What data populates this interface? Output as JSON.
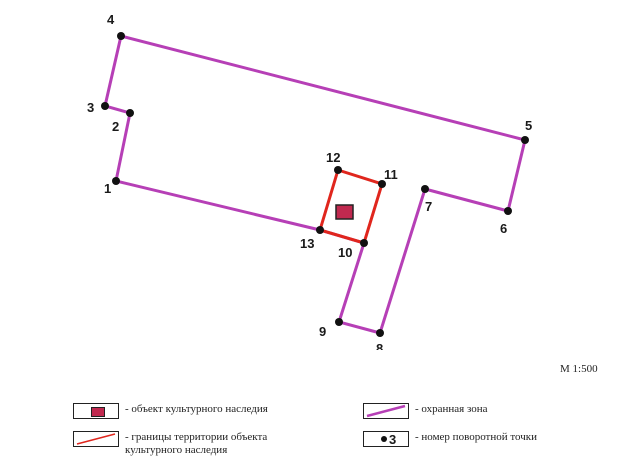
{
  "colors": {
    "protected_zone": "#b63fb6",
    "heritage_boundary": "#e0261d",
    "heritage_object": "#c0294f",
    "point": "#111111"
  },
  "points": [
    {
      "n": "1"
    },
    {
      "n": "2"
    },
    {
      "n": "3"
    },
    {
      "n": "4"
    },
    {
      "n": "5"
    },
    {
      "n": "6"
    },
    {
      "n": "7"
    },
    {
      "n": "8"
    },
    {
      "n": "9"
    },
    {
      "n": "10"
    },
    {
      "n": "11"
    },
    {
      "n": "12"
    },
    {
      "n": "13"
    }
  ],
  "scale": "М 1:500",
  "legend": {
    "object": "- объект культурного наследия",
    "zone": "- охранная зона",
    "boundary": "- границы территории объекта\nкультурного наследия",
    "turn_point": "- номер поворотной точки",
    "turn_point_sample": "3"
  }
}
